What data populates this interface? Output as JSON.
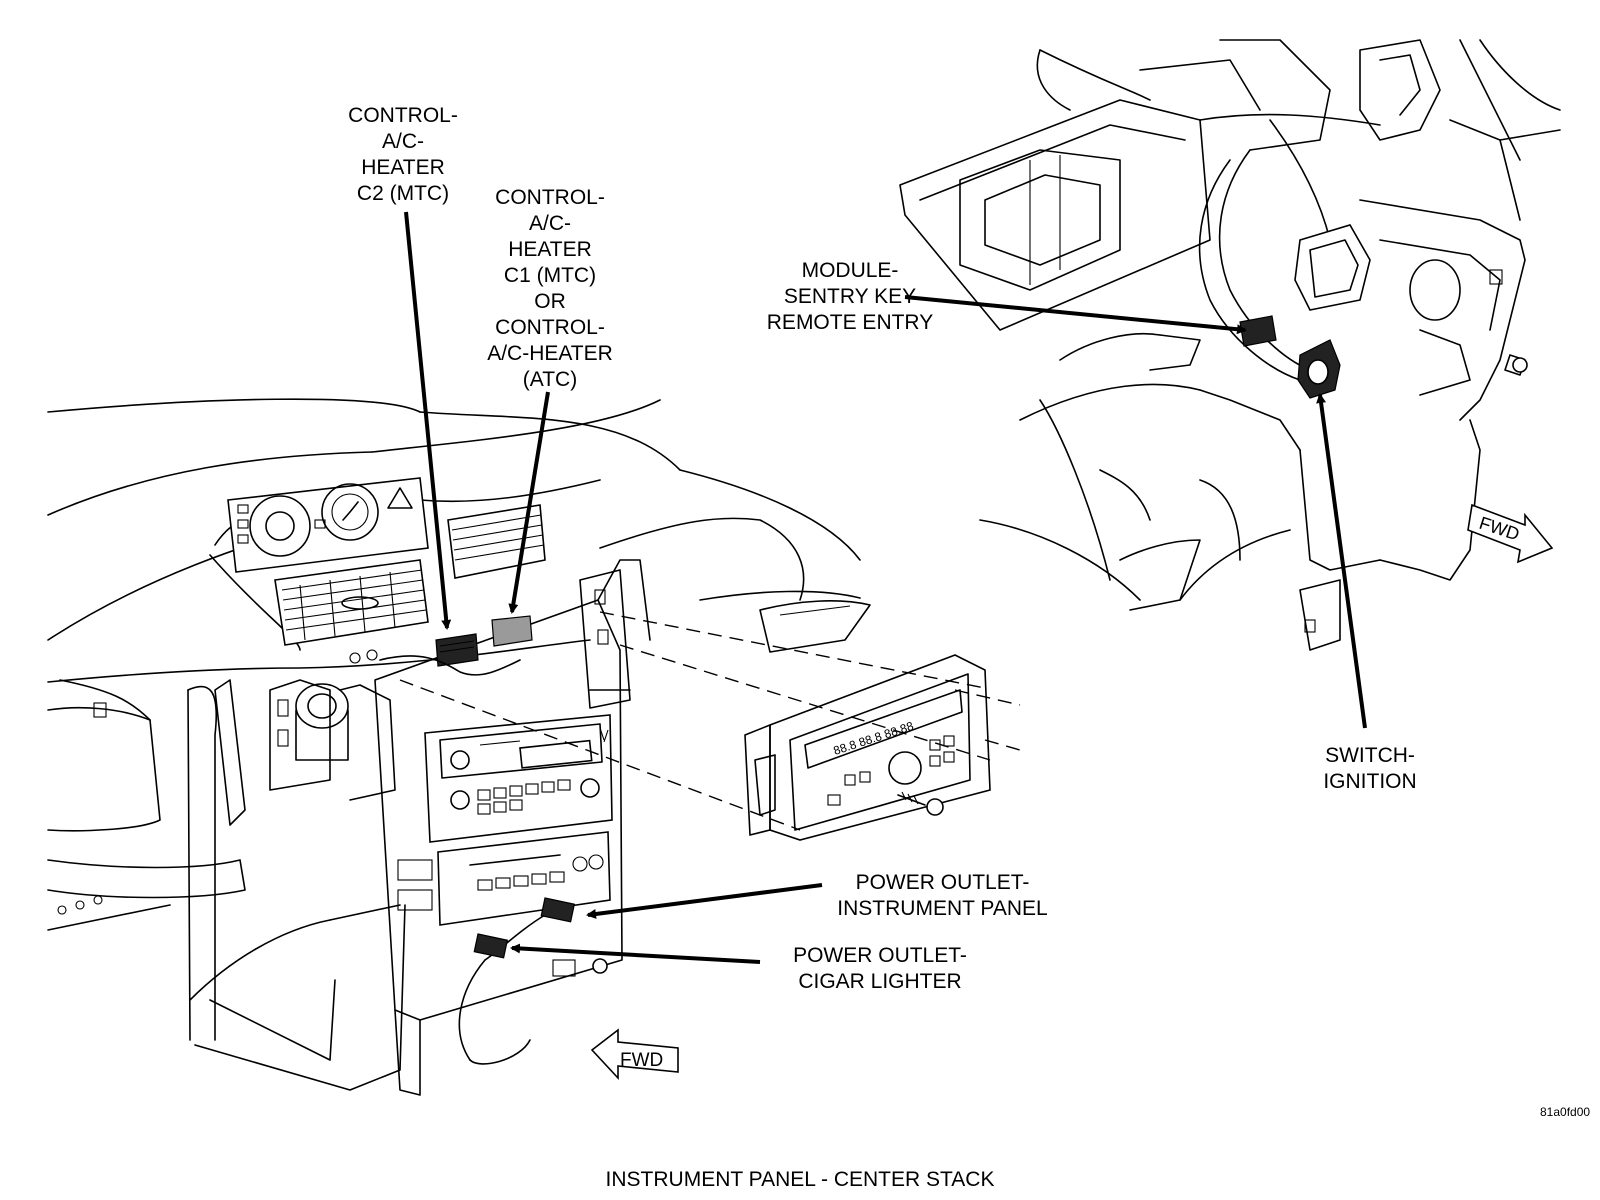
{
  "diagram": {
    "title": "INSTRUMENT PANEL - CENTER STACK",
    "reference_code": "81a0fd00",
    "callouts": {
      "ac_heater_c2": "CONTROL-\nA/C-\nHEATER\nC2 (MTC)",
      "ac_heater_c1": "CONTROL-\nA/C-\nHEATER\nC1 (MTC)\nOR\nCONTROL-\nA/C-HEATER\n(ATC)",
      "sentry_key_module": "MODULE-\nSENTRY KEY\nREMOTE ENTRY",
      "ignition_switch": "SWITCH-\nIGNITION",
      "power_outlet_panel": "POWER OUTLET-\nINSTRUMENT PANEL",
      "power_outlet_cigar": "POWER OUTLET-\nCIGAR LIGHTER"
    },
    "direction_markers": {
      "left_view": "FWD",
      "right_view": "FWD"
    }
  }
}
